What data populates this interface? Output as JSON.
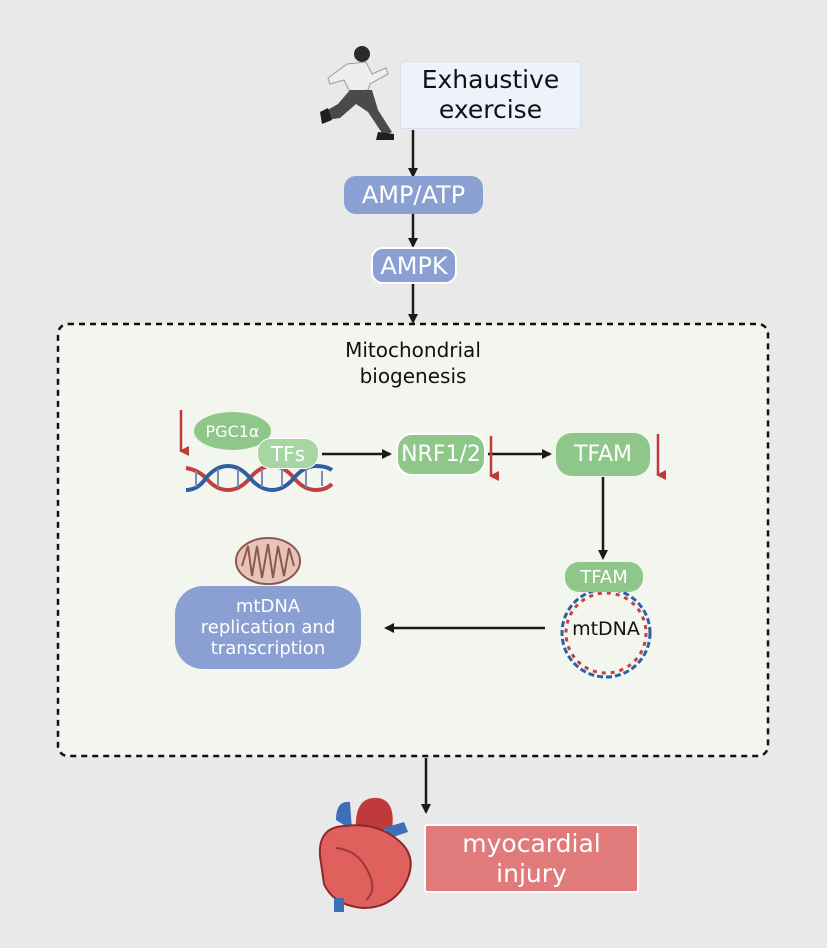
{
  "exercise_label": "Exhaustive\nexercise",
  "amp_atp_label": "AMP/ATP",
  "ampk_label": "AMPK",
  "mito_biogenesis_title": "Mitochondrial\nbiogenesis",
  "pgc1a_label": "PGC1α",
  "tfs_label": "TFs",
  "nrf_label": "NRF1/2",
  "tfam_label": "TFAM",
  "tfam_bound_label": "TFAM",
  "mtdna_label": "mtDNA",
  "replication_label": "mtDNA\nreplication and\ntranscription",
  "injury_label": "myocardial\ninjury",
  "colors": {
    "background": "#e9e9e9",
    "panel": "#f3f5ef",
    "blue_node": "#8a9fd2",
    "green_node": "#8fc78a",
    "red_box": "#e07a7b",
    "exercise_box": "#eef2fb",
    "down_arrow": "#c0393b"
  }
}
